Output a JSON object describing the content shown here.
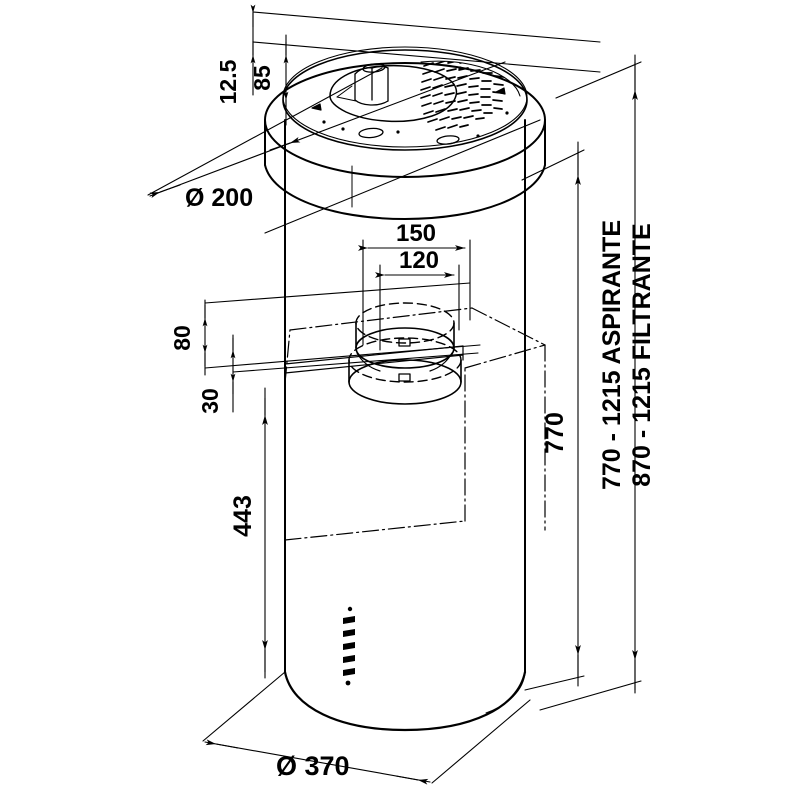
{
  "drawing": {
    "title": "Cylindrical island cooker hood - dimensioned technical drawing",
    "units": "mm",
    "line_color": "#000000",
    "background": "#ffffff"
  },
  "dimensions": {
    "top_plate_thickness": "12.5",
    "top_collar_height": "85",
    "duct_diameter": "Ø 200",
    "chimney_outer_width": "150",
    "chimney_inner_width": "120",
    "upper_offset": "80",
    "lower_offset": "30",
    "body_height": "443",
    "hood_height": "770",
    "body_diameter": "Ø 370",
    "range_aspirante": "770 - 1215  ASPIRANTE",
    "range_filtrante": "870 - 1215  FILTRANTE"
  },
  "labels": [
    {
      "id": "dim-12-5",
      "text": "12.5",
      "orientation": "vertical"
    },
    {
      "id": "dim-85",
      "text": "85",
      "orientation": "vertical"
    },
    {
      "id": "dim-dia-200",
      "text": "Ø 200",
      "orientation": "horizontal"
    },
    {
      "id": "dim-150",
      "text": "150",
      "orientation": "horizontal"
    },
    {
      "id": "dim-120",
      "text": "120",
      "orientation": "horizontal"
    },
    {
      "id": "dim-80",
      "text": "80",
      "orientation": "vertical"
    },
    {
      "id": "dim-30",
      "text": "30",
      "orientation": "vertical"
    },
    {
      "id": "dim-443",
      "text": "443",
      "orientation": "vertical"
    },
    {
      "id": "dim-770",
      "text": "770",
      "orientation": "vertical"
    },
    {
      "id": "dim-aspirante",
      "text": "770 - 1215  ASPIRANTE",
      "orientation": "vertical"
    },
    {
      "id": "dim-filtrante",
      "text": "870 - 1215  FILTRANTE",
      "orientation": "vertical"
    },
    {
      "id": "dim-dia-370",
      "text": "Ø 370",
      "orientation": "horizontal"
    }
  ],
  "control_panel": {
    "name": "control-panel-buttons",
    "button_count": 6
  }
}
